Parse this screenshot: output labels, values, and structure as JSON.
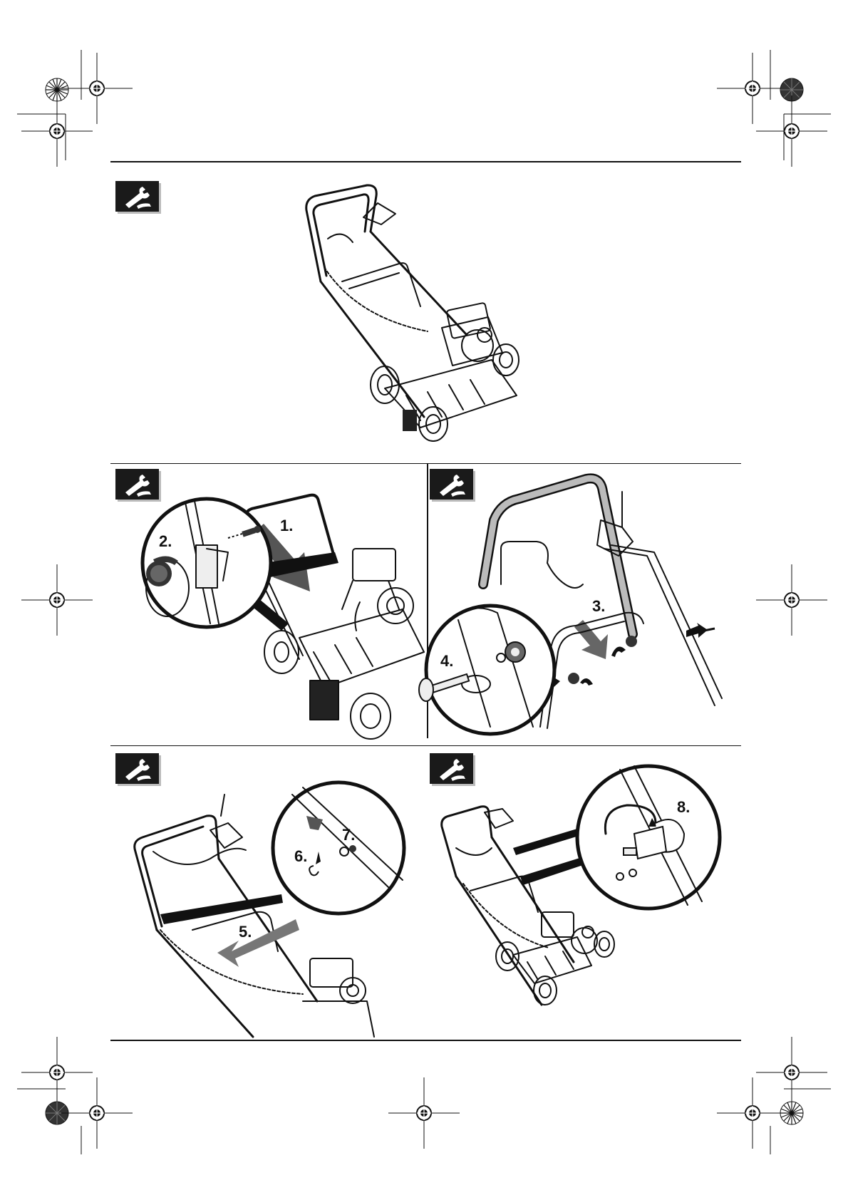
{
  "page": {
    "panels": [
      {
        "id": "overview",
        "steps": []
      },
      {
        "id": "lower-handle",
        "steps": [
          "1.",
          "2."
        ]
      },
      {
        "id": "upper-handle",
        "steps": [
          "3.",
          "4."
        ]
      },
      {
        "id": "cable",
        "steps": [
          "5.",
          "6.",
          "7."
        ]
      },
      {
        "id": "cable-clip",
        "steps": [
          "8."
        ]
      }
    ],
    "icons": {
      "assembly": "wrench-hand-icon",
      "registration": "crosshair-registration-mark",
      "color_wheel": "radial-color-target"
    },
    "colors": {
      "ink": "#111111",
      "paper": "#ffffff",
      "arrow_gray": "#7a7a7a",
      "icon_bg": "#1a1a1a"
    }
  }
}
